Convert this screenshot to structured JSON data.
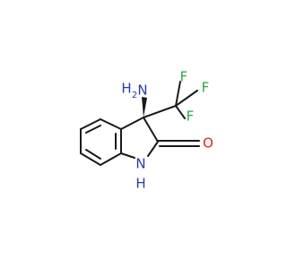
{
  "colors": {
    "bond": "#1a1a1a",
    "nitrogen": "#2a3aa8",
    "oxygen": "#e02020",
    "fluorine": "#2aa84a",
    "background": "#ffffff"
  },
  "molecule": {
    "labels": {
      "amine": "H",
      "amine_n": "N",
      "amine_h2": "2",
      "f_top": "F",
      "f_right": "F",
      "f_bottom": "F",
      "carbonyl_o": "O",
      "ring_n": "N",
      "ring_h": "H"
    }
  }
}
